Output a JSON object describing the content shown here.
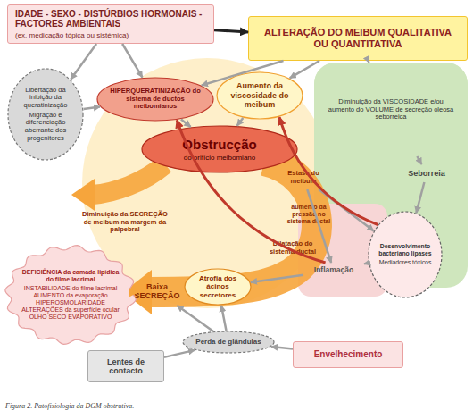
{
  "diagram": {
    "caption": "Figura 2. Patofisiologia da DGM obstrutiva.",
    "nodes": [
      {
        "text": [
          "IDADE - SEXO - DISTÚRBIOS HORMONAIS - FACTORES AMBIENTAIS",
          "(ex. medicação tópica ou sistémica)"
        ]
      },
      {
        "text": [
          "ALTERAÇÃO DO MEIBUM QUALITATIVA OU QUANTITATIVA"
        ]
      },
      {
        "text": [
          "Libertação da inibição da queratinização",
          "Migração e diferenciação aberrante dos progenitores"
        ]
      },
      {
        "text": [
          "HIPERQUERATINIZAÇÃO do sistema de ductos meibomianos"
        ]
      },
      {
        "text": [
          "Aumento da viscosidade do meibum"
        ]
      },
      {
        "text": [
          "Diminuição da VISCOSIDADE e/ou aumento do VOLUME de secreção oleosa seborreica"
        ]
      },
      {
        "text": [
          "Obstrucção",
          "do orifício meibomiano"
        ]
      },
      {
        "text": [
          "Diminuição da SECREÇÃO de meibum na margem da palpebral"
        ]
      },
      {
        "text": [
          "Estase do meibum"
        ]
      },
      {
        "text": [
          "Seborreia"
        ]
      },
      {
        "text": [
          "aumento da pressão no sistema ductal"
        ]
      },
      {
        "text": [
          "Dilatação do sistema ductal"
        ]
      },
      {
        "text": [
          "Inflamação"
        ]
      },
      {
        "text": [
          "Desenvolvimento bacteriano lipases",
          "Mediadores tóxicos"
        ]
      },
      {
        "text": [
          "DEFICIÊNCIA da camada lipídica do filme lacrimal",
          "INSTABILIDADE do filme lacrimal AUMENTO da evaporação HIPEROSMOLARIDADE ALTERAÇÕES da superfície ocular OLHO SECO EVAPORATIVO"
        ]
      },
      {
        "text": [
          "Baixa SECREÇÃO"
        ]
      },
      {
        "text": [
          "Atrofia dos ácinos secretores"
        ]
      },
      {
        "text": [
          "Lentes de contacto"
        ]
      },
      {
        "text": [
          "Perda de glândulas"
        ]
      },
      {
        "text": [
          "Envelhecimento"
        ]
      }
    ],
    "edges": [
      {
        "from": 0,
        "to": 1,
        "arrow": "to"
      },
      {
        "from": 0,
        "to": 2,
        "arrow": "to"
      },
      {
        "from": 0,
        "to": 3,
        "arrow": "to"
      },
      {
        "from": 1,
        "to": 3,
        "arrow": "to"
      },
      {
        "from": 1,
        "to": 4,
        "arrow": "to"
      },
      {
        "from": 1,
        "to": 5,
        "arrow": "to"
      },
      {
        "from": 2,
        "to": 3,
        "arrow": "to"
      },
      {
        "from": 3,
        "to": 6,
        "arrow": "to"
      },
      {
        "from": 4,
        "to": 6,
        "arrow": "to"
      },
      {
        "from": 5,
        "to": 9,
        "arrow": "to"
      },
      {
        "from": 9,
        "to": 13,
        "arrow": "to"
      },
      {
        "from": 8,
        "to": 13,
        "arrow": "to"
      },
      {
        "from": 8,
        "to": 12,
        "arrow": "to"
      },
      {
        "from": 13,
        "to": 12,
        "arrow": "to"
      },
      {
        "from": 12,
        "to": 3,
        "arrow": "to"
      },
      {
        "from": 13,
        "to": 4,
        "arrow": "to"
      },
      {
        "from": 12,
        "to": 16,
        "arrow": "to"
      },
      {
        "from": 15,
        "to": 14,
        "arrow": "to"
      },
      {
        "from": 17,
        "to": 18,
        "arrow": "to"
      },
      {
        "from": 19,
        "to": 18,
        "arrow": "to"
      },
      {
        "from": 18,
        "to": 16,
        "arrow": "to"
      },
      {
        "from": 18,
        "to": 15,
        "arrow": "to"
      }
    ]
  }
}
